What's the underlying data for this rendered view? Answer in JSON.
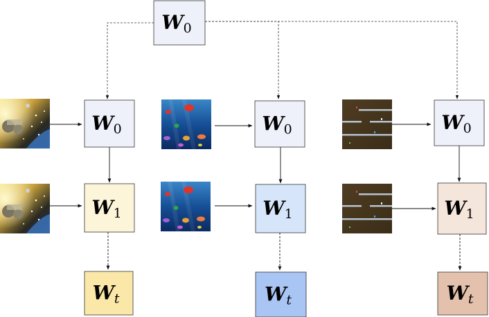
{
  "boxes": {
    "top": {
      "sym": "W",
      "sub": "0",
      "fill": "#eef0fa"
    },
    "c1r1": {
      "sym": "W",
      "sub": "0",
      "fill": "#eef0fa"
    },
    "c1r2": {
      "sym": "W",
      "sub": "1",
      "fill": "#fdf5d9"
    },
    "c1r3": {
      "sym": "W",
      "sub": "t",
      "fill": "#fbe8a8"
    },
    "c2r1": {
      "sym": "W",
      "sub": "0",
      "fill": "#eef0fa"
    },
    "c2r2": {
      "sym": "W",
      "sub": "1",
      "fill": "#d6e5fa"
    },
    "c2r3": {
      "sym": "W",
      "sub": "t",
      "fill": "#a8c5f4"
    },
    "c3r1": {
      "sym": "W",
      "sub": "0",
      "fill": "#eef0fa"
    },
    "c3r2": {
      "sym": "W",
      "sub": "1",
      "fill": "#f5e6dc"
    },
    "c3r3": {
      "sym": "W",
      "sub": "t",
      "fill": "#e4c1ac"
    }
  },
  "images": {
    "game1": "space-shooter-frame",
    "game2": "underwater-fish-frame",
    "game3": "dungeon-platform-frame"
  },
  "colors": {
    "stroke": "#333333",
    "arrow": "#111111"
  }
}
